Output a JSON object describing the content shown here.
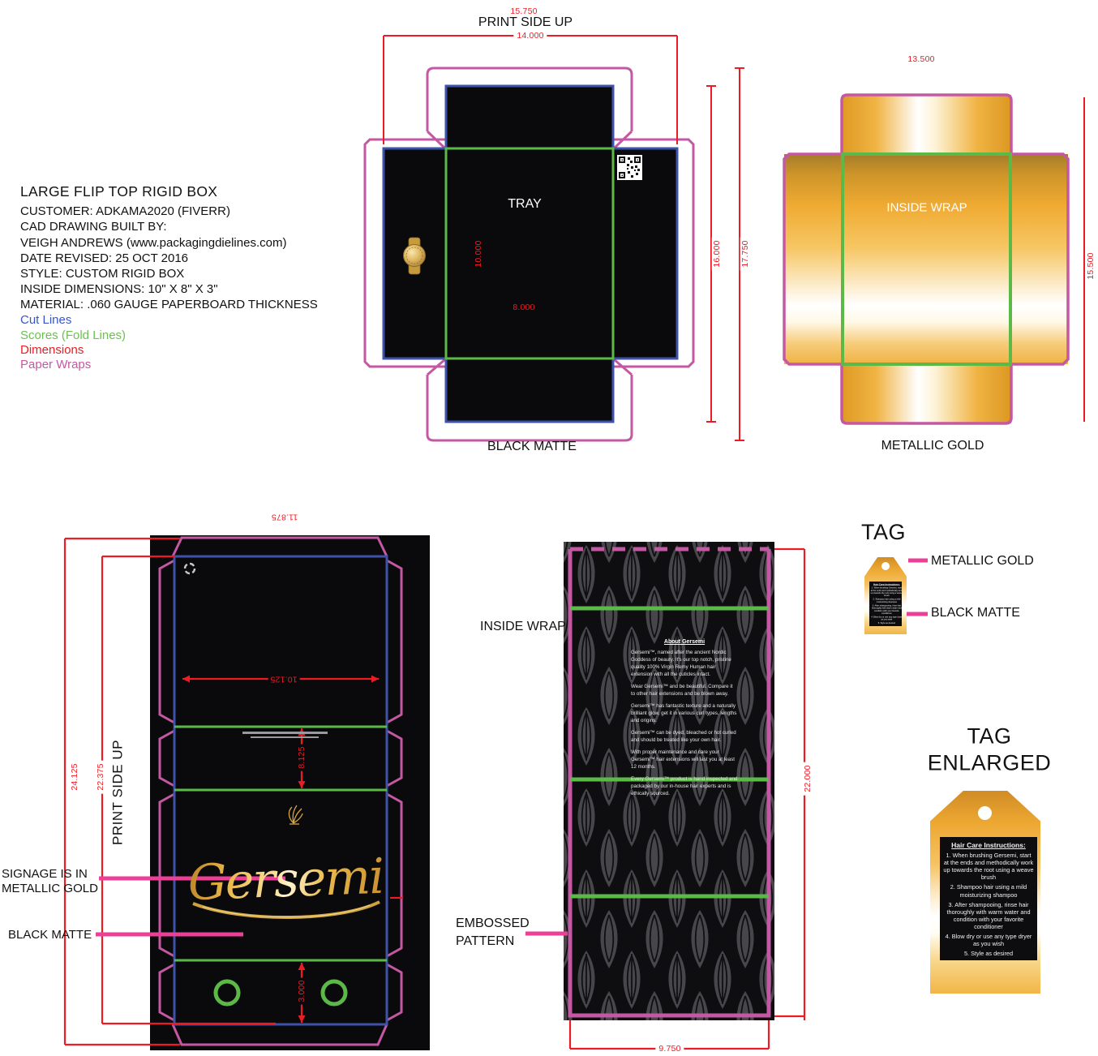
{
  "info": {
    "title": "LARGE FLIP TOP RIGID BOX",
    "lines": [
      "CUSTOMER:  ADKAMA2020 (FIVERR)",
      "CAD DRAWING BUILT BY:",
      "VEIGH ANDREWS (www.packagingdielines.com)",
      "DATE REVISED:  25 OCT 2016",
      "STYLE:  CUSTOM RIGID BOX",
      "INSIDE DIMENSIONS:  10\" X 8\" X 3\"",
      "MATERIAL:  .060 GAUGE PAPERBOARD THICKNESS"
    ],
    "legend": [
      {
        "label": "Cut Lines",
        "color": "#3a55c9"
      },
      {
        "label": "Scores (Fold Lines)",
        "color": "#6cc04f"
      },
      {
        "label": "Dimensions",
        "color": "#ed1c24"
      },
      {
        "label": "Paper Wraps",
        "color": "#c558a2"
      }
    ]
  },
  "tray": {
    "print_side": "PRINT SIDE UP",
    "label": "TRAY",
    "material": "BLACK MATTE",
    "dims": {
      "overall_width": "15.750",
      "inner_width": "14.000",
      "depth": "10.000",
      "width": "8.000",
      "height_inner": "16.000",
      "height_outer": "17.750"
    }
  },
  "gold_wrap": {
    "label": "INSIDE WRAP",
    "material": "METALLIC GOLD",
    "dims": {
      "width": "13.500",
      "height": "15.500"
    }
  },
  "front_wrap": {
    "print_side": "PRINT SIDE UP",
    "logo": "Gersemi",
    "callout_signage_line1": "SIGNAGE IS IN",
    "callout_signage_line2": "METALLIC GOLD",
    "callout_matte": "BLACK MATTE",
    "dims": {
      "overall_width": "11.875",
      "lid_width": "10.125",
      "side": "8.125",
      "base": "3.000",
      "outer_height": "24.125",
      "inner_height": "22.375"
    }
  },
  "inside_wrap": {
    "label": "INSIDE WRAP",
    "callout_line1": "EMBOSSED",
    "callout_line2": "PATTERN",
    "dims": {
      "height": "22.000",
      "width": "9.750"
    },
    "about": {
      "title": "About Gersemi",
      "paragraphs": [
        "Gersemi™, named after the ancient Nordic Goddess of beauty. It's our top notch, pristine quality 100% Virgin Remy Human hair extension with all the cuticles intact.",
        "Wear Gersemi™ and be beautiful. Compare it to other hair extensions and be blown away.",
        "Gersemi™ has fantastic texture and a naturally brilliant glow, get it in various curl types, lengths and origins.",
        "Gersemi™ can be dyed, bleached or hot curled and should be treated like your own hair.",
        "With proper maintenance and care your Gersemi™ hair extensions will last you at least 12 months.",
        "Every Gersemi™ product is hand inspected and packaged by our in-house hair experts and is ethically sourced."
      ]
    }
  },
  "tag": {
    "heading": "TAG",
    "callout_gold": "METALLIC GOLD",
    "callout_matte": "BLACK MATTE"
  },
  "tag_enlarged": {
    "heading_line1": "TAG",
    "heading_line2": "ENLARGED",
    "card_title": "Hair Care Instructions:",
    "instructions": [
      "1. When brushing Gersemi, start at the ends and methodically work up towards the root using a weave brush",
      "2. Shampoo hair using a mild moisturizing shampoo",
      "3. After shampooing, rinse hair thoroughly with warm water and condition with your favorite conditioner",
      "4. Blow dry or use any type dryer as you wish",
      "5. Style as desired"
    ]
  },
  "colors": {
    "cut_line": "#3e52a8",
    "score_line": "#5cb947",
    "dimension": "#ed1c24",
    "paper_wrap": "#c558a2",
    "leader_pink": "#ec3f96",
    "metallic_gold": "#eda832",
    "black_matte": "#0a0a0c"
  }
}
